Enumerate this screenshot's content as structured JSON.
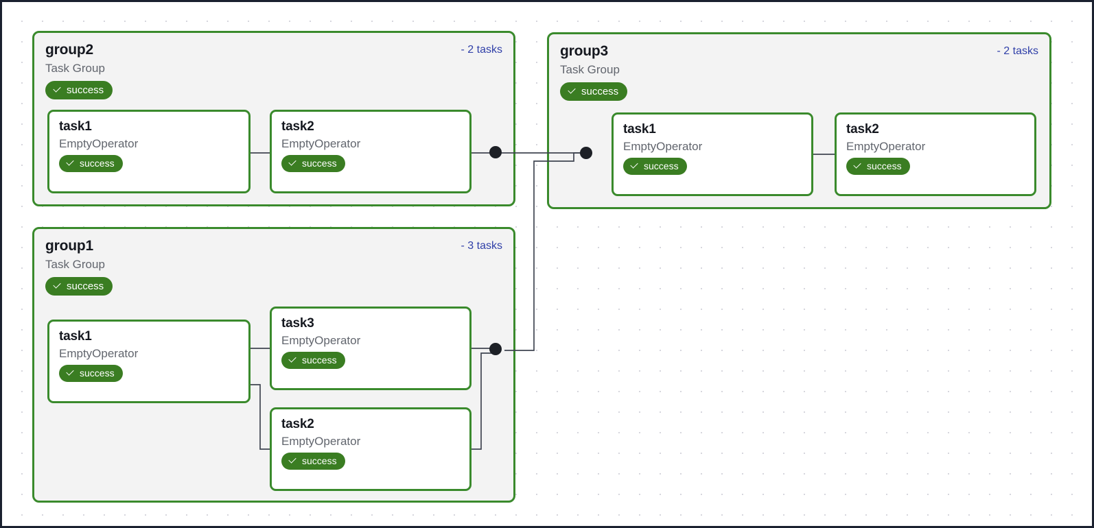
{
  "graph": {
    "type": "dag-graph",
    "background": "dot-grid",
    "colors": {
      "group_border": "#3a8a2c",
      "group_fill": "#f3f3f3",
      "node_border": "#3a8a2c",
      "node_fill": "#ffffff",
      "badge_success": "#3a7d22",
      "tasks_count_text": "#2f3fa8",
      "edge": "#3f4450",
      "canvas_border": "#1b2130"
    },
    "groups": [
      {
        "id": "group2",
        "title": "group2",
        "subtitle": "Task Group",
        "status": "success",
        "tasks_count_label": "- 2 tasks",
        "nodes": [
          {
            "id": "group2-task1",
            "title": "task1",
            "operator": "EmptyOperator",
            "status": "success"
          },
          {
            "id": "group2-task2",
            "title": "task2",
            "operator": "EmptyOperator",
            "status": "success"
          }
        ]
      },
      {
        "id": "group3",
        "title": "group3",
        "subtitle": "Task Group",
        "status": "success",
        "tasks_count_label": "- 2 tasks",
        "nodes": [
          {
            "id": "group3-task1",
            "title": "task1",
            "operator": "EmptyOperator",
            "status": "success"
          },
          {
            "id": "group3-task2",
            "title": "task2",
            "operator": "EmptyOperator",
            "status": "success"
          }
        ]
      },
      {
        "id": "group1",
        "title": "group1",
        "subtitle": "Task Group",
        "status": "success",
        "tasks_count_label": "- 3 tasks",
        "nodes": [
          {
            "id": "group1-task1",
            "title": "task1",
            "operator": "EmptyOperator",
            "status": "success"
          },
          {
            "id": "group1-task3",
            "title": "task3",
            "operator": "EmptyOperator",
            "status": "success"
          },
          {
            "id": "group1-task2",
            "title": "task2",
            "operator": "EmptyOperator",
            "status": "success"
          }
        ]
      }
    ],
    "edges": [
      {
        "from": "group2-task1",
        "to": "group2-task2"
      },
      {
        "from": "group2-task2",
        "to": "group3-task1"
      },
      {
        "from": "group3-task1",
        "to": "group3-task2"
      },
      {
        "from": "group1-task1",
        "to": "group1-task3"
      },
      {
        "from": "group1-task1",
        "to": "group1-task2"
      },
      {
        "from": "group1-task3",
        "to": "group3-task1"
      },
      {
        "from": "group1-task2",
        "to": "group3-task1"
      }
    ]
  }
}
